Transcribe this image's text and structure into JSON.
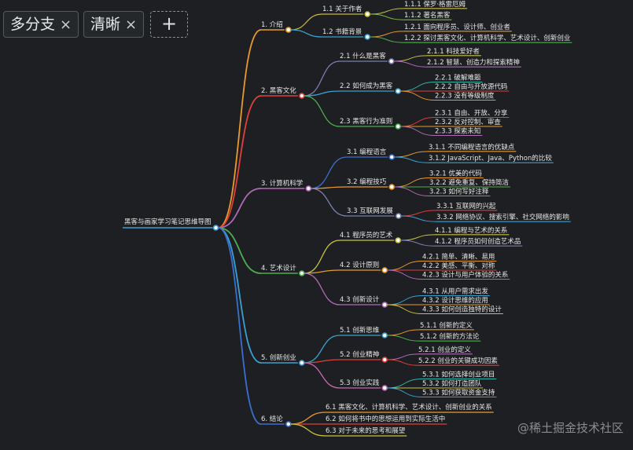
{
  "tabs": [
    {
      "label": "多分支",
      "close": "×"
    },
    {
      "label": "清晰",
      "close": "×"
    }
  ],
  "add_label": "+",
  "watermark": "@稀土掘金技术社区",
  "colors": {
    "bg": "#1e1f22",
    "text": "#e6e6e6"
  },
  "mindmap": {
    "root": "黑客与画家学习笔记思维导图",
    "branches": [
      {
        "label": "1. 介绍",
        "color": "#e89a2e",
        "children": [
          {
            "label": "1.1 关于作者",
            "color": "#c8b93b",
            "children": [
              {
                "label": "1.1.1 保罗·格雷厄姆",
                "color": "#c8c23f"
              },
              {
                "label": "1.1.2 著名黑客",
                "color": "#7fb24a"
              }
            ]
          },
          {
            "label": "1.2 书籍背景",
            "color": "#3aa0d0",
            "children": [
              {
                "label": "1.2.1 面向程序员、设计师、创业者",
                "color": "#e89a2e"
              },
              {
                "label": "1.2.2 探讨黑客文化、计算机科学、艺术设计、创新创业",
                "color": "#4caf50"
              }
            ]
          }
        ]
      },
      {
        "label": "2. 黑客文化",
        "color": "#e0403a",
        "children": [
          {
            "label": "2.1 什么是黑客",
            "color": "#7a7fb0",
            "children": [
              {
                "label": "2.1.1 科技爱好者",
                "color": "#c8c23f"
              },
              {
                "label": "2.1.2 智慧、创造力和探索精神",
                "color": "#b06ab8"
              }
            ]
          },
          {
            "label": "2.2 如何成为黑客",
            "color": "#3aa0d0",
            "children": [
              {
                "label": "2.2.1 破解难题",
                "color": "#2fb8a8"
              },
              {
                "label": "2.2.2 自由与开放源代码",
                "color": "#e0403a"
              },
              {
                "label": "2.2.3 没有等级制度",
                "color": "#e89a2e"
              }
            ]
          },
          {
            "label": "2.3 黑客行为准则",
            "color": "#4caf50",
            "children": [
              {
                "label": "2.3.1 自由、开放、分享",
                "color": "#e0403a"
              },
              {
                "label": "2.3.2 反对控制、审查",
                "color": "#e89a2e"
              },
              {
                "label": "2.3.3 探索未知",
                "color": "#b06ab8"
              }
            ]
          }
        ]
      },
      {
        "label": "3. 计算机科学",
        "color": "#b06ab8",
        "children": [
          {
            "label": "3.1 编程语言",
            "color": "#3a6fd0",
            "children": [
              {
                "label": "3.1.1 不同编程语言的优缺点",
                "color": "#e89a2e"
              },
              {
                "label": "3.1.2 JavaScript、Java、Python的比较",
                "color": "#3aa0d0"
              }
            ]
          },
          {
            "label": "3.2 编程技巧",
            "color": "#e89a2e",
            "children": [
              {
                "label": "3.2.1 优美的代码",
                "color": "#e89a2e"
              },
              {
                "label": "3.2.2 避免重复、保持简洁",
                "color": "#4caf50"
              },
              {
                "label": "3.2.3 如何写好注释",
                "color": "#b06ab8"
              }
            ]
          },
          {
            "label": "3.3 互联网发展",
            "color": "#7a7fb0",
            "children": [
              {
                "label": "3.3.1 互联网的兴起",
                "color": "#e0403a"
              },
              {
                "label": "3.3.2 网络协议、搜索引擎、社交网络的影响",
                "color": "#3aa0d0"
              }
            ]
          }
        ]
      },
      {
        "label": "4. 艺术设计",
        "color": "#4caf50",
        "children": [
          {
            "label": "4.1 程序员的艺术",
            "color": "#c8c23f",
            "children": [
              {
                "label": "4.1.1 编程与艺术的关系",
                "color": "#c8c23f"
              },
              {
                "label": "4.1.2 程序员如何创造艺术品",
                "color": "#7a7fb0"
              }
            ]
          },
          {
            "label": "4.2 设计原则",
            "color": "#e89a2e",
            "children": [
              {
                "label": "4.2.1 简单、清晰、易用",
                "color": "#e89a2e"
              },
              {
                "label": "4.2.2 美感、平衡、对称",
                "color": "#e0403a"
              },
              {
                "label": "4.2.3 设计与用户体验的关系",
                "color": "#b06ab8"
              }
            ]
          },
          {
            "label": "4.3 创新设计",
            "color": "#b06ab8",
            "children": [
              {
                "label": "4.3.1 从用户需求出发",
                "color": "#3aa0d0"
              },
              {
                "label": "4.3.2 设计思维的应用",
                "color": "#e89a2e"
              },
              {
                "label": "4.3.3 如何创造独特的设计",
                "color": "#c8c23f"
              }
            ]
          }
        ]
      },
      {
        "label": "5. 创新创业",
        "color": "#3aa0d0",
        "children": [
          {
            "label": "5.1 创新思维",
            "color": "#3aa0d0",
            "children": [
              {
                "label": "5.1.1 创新的定义",
                "color": "#e89a2e"
              },
              {
                "label": "5.1.2 创新的方法论",
                "color": "#4caf50"
              }
            ]
          },
          {
            "label": "5.2 创业精神",
            "color": "#e0403a",
            "children": [
              {
                "label": "5.2.1 创业的定义",
                "color": "#b06ab8"
              },
              {
                "label": "5.2.2 创业的关键成功因素",
                "color": "#e0403a"
              }
            ]
          },
          {
            "label": "5.3 创业实践",
            "color": "#c76bb0",
            "children": [
              {
                "label": "5.3.1 如何选择创业项目",
                "color": "#2fb8a8"
              },
              {
                "label": "5.3.2 如何打造团队",
                "color": "#c8c23f"
              },
              {
                "label": "5.3.3 如何获取资金支持",
                "color": "#3aa0d0"
              }
            ]
          }
        ]
      },
      {
        "label": "6. 结论",
        "color": "#3a6fd0",
        "children": [
          {
            "label": "6.1 黑客文化、计算机科学、艺术设计、创新创业的关系",
            "color": "#e89a2e"
          },
          {
            "label": "6.2 如何将书中的思想运用到实际生活中",
            "color": "#e0403a"
          },
          {
            "label": "6.3 对于未来的思考和展望",
            "color": "#c8c23f"
          }
        ]
      }
    ]
  }
}
